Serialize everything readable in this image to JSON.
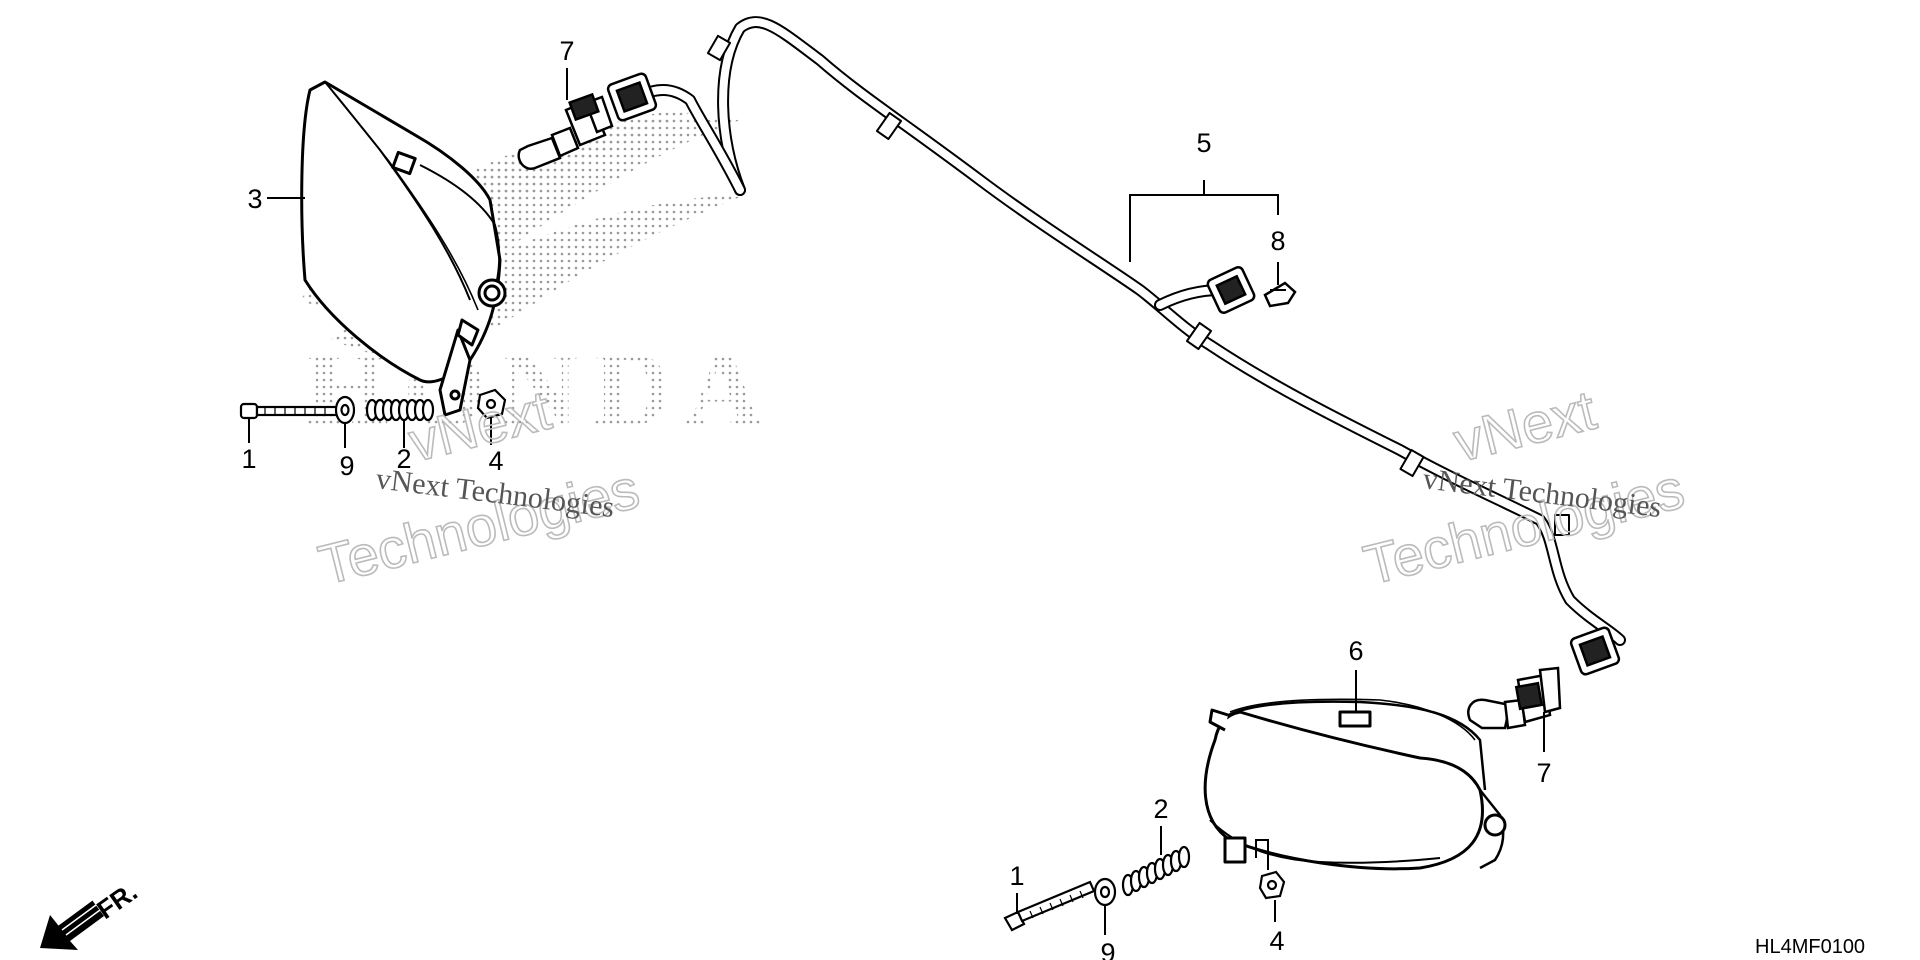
{
  "diagram": {
    "callouts": {
      "left_bolt": "1",
      "left_washer": "9",
      "left_spring": "2",
      "left_nut": "4",
      "left_headlight": "3",
      "left_bulb": "7",
      "harness": "5",
      "clip": "8",
      "right_headlight": "6",
      "right_bulb": "7",
      "right_spring": "2",
      "right_bolt": "1",
      "right_washer": "9",
      "right_nut": "4"
    },
    "watermark": {
      "brand": "HONDA",
      "left_serif": "vNext Technologies",
      "left_outline_line1": "vNext",
      "left_outline_line2": "Technologies",
      "right_serif": "vNext Technologies",
      "right_outline_line1": "vNext",
      "right_outline_line2": "Technologies"
    },
    "direction_label": "FR.",
    "diagram_code": "HL4MF0100"
  }
}
